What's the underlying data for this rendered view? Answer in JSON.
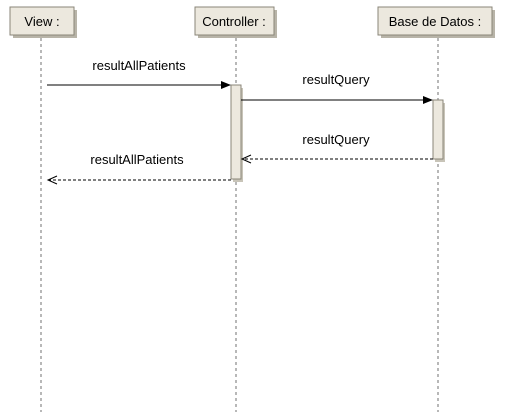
{
  "diagram": {
    "type": "sequence",
    "lifelines": [
      {
        "id": "view",
        "label": "View :"
      },
      {
        "id": "controller",
        "label": "Controller :"
      },
      {
        "id": "db",
        "label": "Base de Datos :"
      }
    ],
    "messages": [
      {
        "label": "resultAllPatients",
        "from": "view",
        "to": "controller",
        "kind": "call"
      },
      {
        "label": "resultQuery",
        "from": "controller",
        "to": "db",
        "kind": "call"
      },
      {
        "label": "resultQuery",
        "from": "db",
        "to": "controller",
        "kind": "return"
      },
      {
        "label": "resultAllPatients",
        "from": "controller",
        "to": "view",
        "kind": "return"
      }
    ]
  },
  "colors": {
    "box_fill": "#ece8de",
    "box_border": "#8a8678",
    "lifeline": "#707070",
    "message": "#000000"
  }
}
